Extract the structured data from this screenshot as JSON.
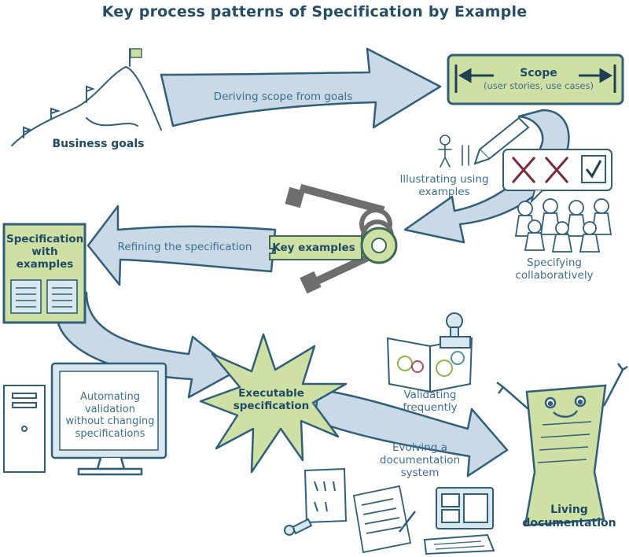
{
  "title": "Key process patterns of Specification by Example",
  "nodes": {
    "business_goals": "Business goals",
    "scope": {
      "title": "Scope",
      "subtitle": "(user stories, use cases)"
    },
    "key_examples": "Key examples",
    "specification_with_examples": "Specification with examples",
    "executable_specification": "Executable specification",
    "living_documentation": "Living documentation"
  },
  "processes": {
    "deriving_scope": "Deriving scope from goals",
    "illustrating": "Illustrating using examples",
    "specifying_collaboratively": "Specifying collaboratively",
    "refining": "Refining the specification",
    "automating": "Automating validation without changing specifications",
    "validating": "Validating frequently",
    "evolving": "Evolving a documentation system"
  },
  "colors": {
    "arrow_fill": "#c9d9e6",
    "arrow_stroke": "#2f5f7a",
    "green_fill": "#cfe0a4",
    "green_stroke": "#3d6c55",
    "text": "#244d6a"
  }
}
